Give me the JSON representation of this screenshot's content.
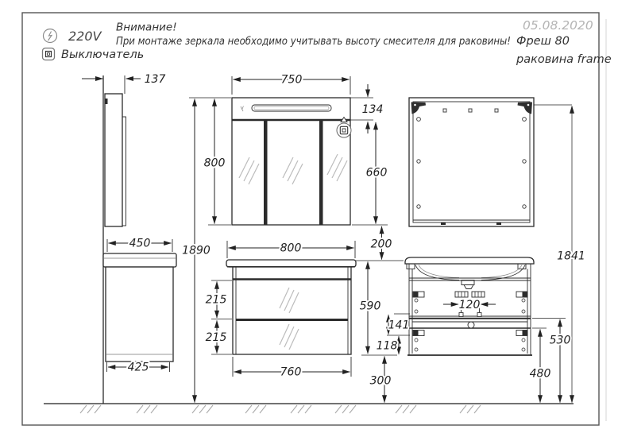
{
  "header": {
    "power_label": "220V",
    "attention_title": "Внимание!",
    "attention_text": "При монтаже зеркала необходимо учитывать высоту смесителя для раковины!",
    "switch_label": "Выключатель",
    "date": "05.08.2020",
    "product_name": "Фреш 80",
    "product_variant": "раковина frame"
  },
  "colors": {
    "line": "#2b2b2b",
    "dimension_text": "#222222",
    "date_muted": "#b4b4b4",
    "hatch_gray": "#ababab"
  },
  "dims": {
    "mirror_depth": "137",
    "mirror_width": "750",
    "mirror_height": "800",
    "lamp_panel_height": "134",
    "door_height": "660",
    "mirror_to_counter_gap": "200",
    "counter_depth": "450",
    "cabinet_depth_bottom": "425",
    "overall_height_mirror": "1890",
    "counter_width": "800",
    "drawer_top_height": "215",
    "drawer_bottom_height": "215",
    "cabinet_height": "590",
    "cabinet_width": "760",
    "floor_clearance": "300",
    "drawer_gap_top": "141",
    "drawer_gap_bottom": "118",
    "drain_offset": "120",
    "overall_height_cabinet": "1841",
    "mid_shelf_height": "530",
    "lower_rail_height": "480"
  }
}
